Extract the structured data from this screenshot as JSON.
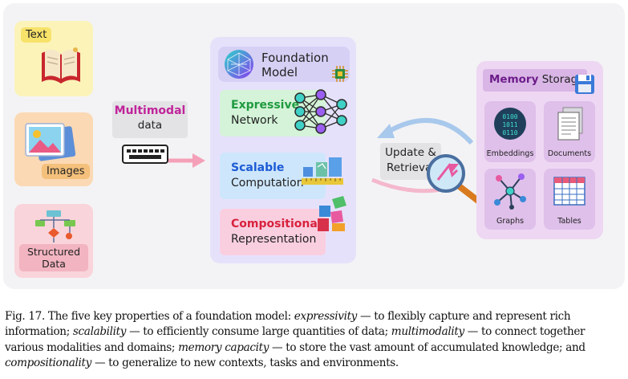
{
  "inputs": {
    "text_label": "Text",
    "images_label": "Images",
    "structured_label": "Structured Data"
  },
  "multimodal": {
    "title": "Multimodal",
    "subtitle": "data"
  },
  "foundation_model": {
    "title": "Foundation Model",
    "properties": [
      {
        "title": "Expressive",
        "subtitle": "Network"
      },
      {
        "title": "Scalable",
        "subtitle": "Computation"
      },
      {
        "title": "Compositional",
        "subtitle": "Representation"
      }
    ]
  },
  "update_retrieval": {
    "line1": "Update &",
    "line2": "Retrieval"
  },
  "memory": {
    "title_bold": "Memory",
    "title_rest": "Storage",
    "items": [
      "Embeddings",
      "Documents",
      "Graphs",
      "Tables"
    ]
  },
  "caption": {
    "lead": "Fig. 17.  The five key properties of a foundation model: ",
    "t1": "expressivity",
    "r1": " — to flexibly capture and represent rich information; ",
    "t2": "scalability",
    "r2": " — to efficiently consume large quantities of data; ",
    "t3": "multimodality",
    "r3": " — to connect together various modalities and domains; ",
    "t4": "memory capacity",
    "r4": " — to store the vast amount of accumulated knowledge; and ",
    "t5": "compositionality",
    "r5": " — to generalize to new contexts, tasks and environments."
  },
  "colors": {
    "multimodal_accent": "#c0249a",
    "expressive_accent": "#1f9a3f",
    "scalable_accent": "#1c5bd6",
    "compositional_accent": "#d8223e",
    "memory_accent": "#6d1c8a"
  }
}
